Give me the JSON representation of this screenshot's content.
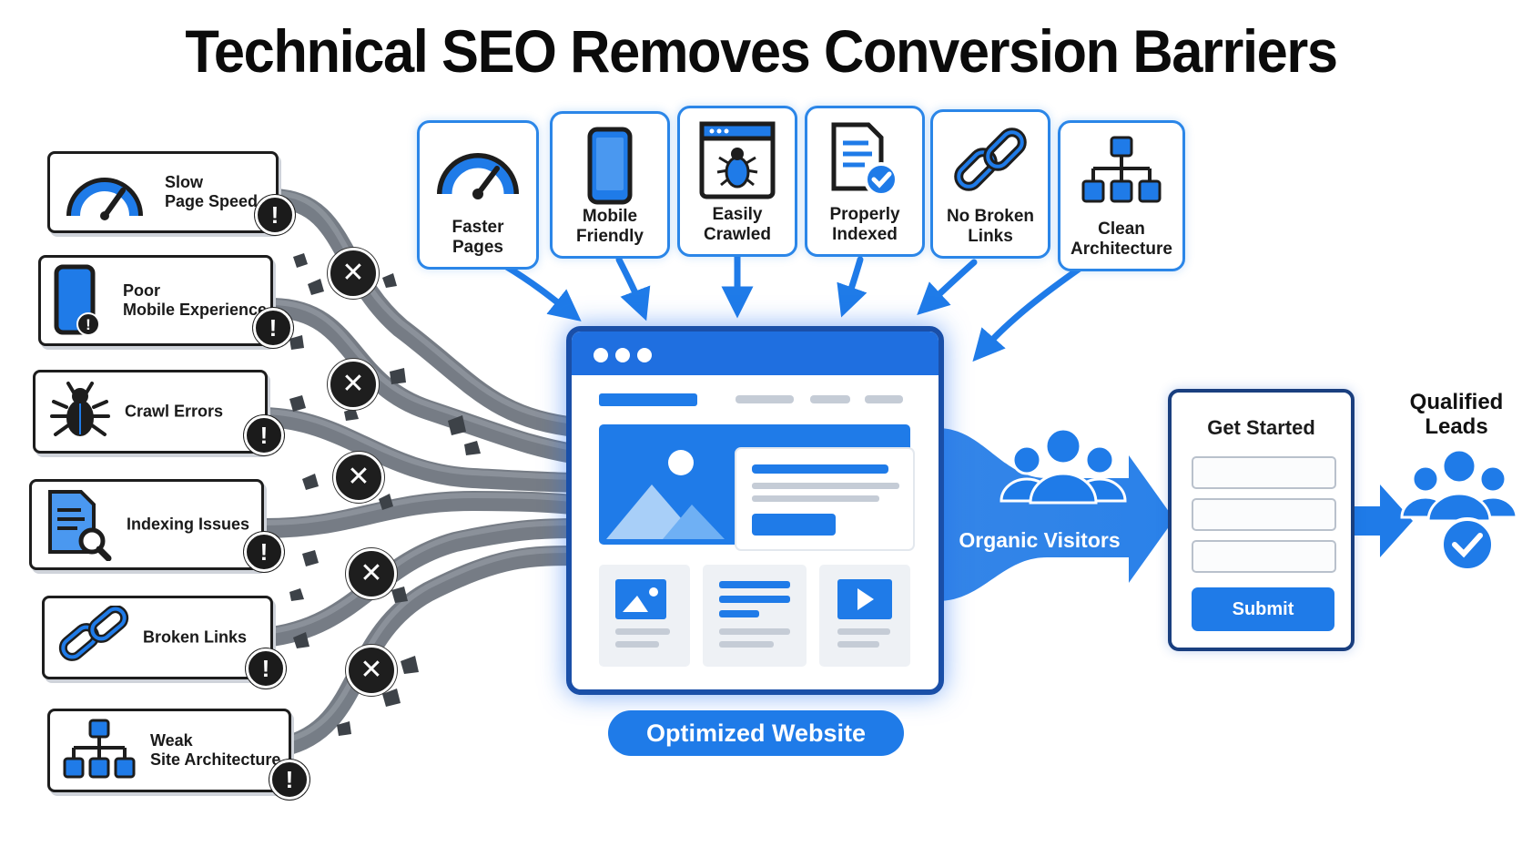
{
  "title": "Technical SEO Removes Conversion Barriers",
  "colors": {
    "accent": "#1f7be8",
    "dark_blue": "#1a4fa8",
    "pipe": "#707780",
    "warning": "#1b1b1b"
  },
  "issues": [
    {
      "label": "Slow\nPage Speed",
      "icon": "speedometer-icon"
    },
    {
      "label": "Poor\nMobile Experience",
      "icon": "smartphone-icon"
    },
    {
      "label": "Crawl Errors",
      "icon": "bug-icon"
    },
    {
      "label": "Indexing Issues",
      "icon": "document-search-icon"
    },
    {
      "label": "Broken Links",
      "icon": "broken-link-icon"
    },
    {
      "label": "Weak\nSite Architecture",
      "icon": "sitemap-icon"
    }
  ],
  "warning_symbol": "!",
  "blocked_symbol": "✕",
  "benefits": [
    {
      "label": "Faster\nPages",
      "icon": "speedometer-icon"
    },
    {
      "label": "Mobile\nFriendly",
      "icon": "smartphone-icon"
    },
    {
      "label": "Easily\nCrawled",
      "icon": "browser-bug-icon"
    },
    {
      "label": "Properly\nIndexed",
      "icon": "document-check-icon"
    },
    {
      "label": "No Broken\nLinks",
      "icon": "chain-link-icon"
    },
    {
      "label": "Clean\nArchitecture",
      "icon": "sitemap-icon"
    }
  ],
  "website_label": "Optimized Website",
  "visitors_label": "Organic Visitors",
  "form": {
    "title": "Get Started",
    "submit": "Submit"
  },
  "leads_label": "Qualified\nLeads"
}
